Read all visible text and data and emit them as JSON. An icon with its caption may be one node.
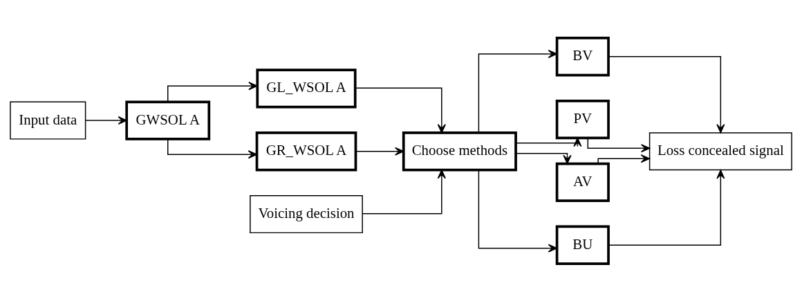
{
  "diagram": {
    "nodes": [
      {
        "text": [
          "Input data"
        ]
      },
      {
        "text": [
          "GWSOL A"
        ]
      },
      {
        "text": [
          "GL_WSOL A"
        ]
      },
      {
        "text": [
          "GR_WSOL A"
        ]
      },
      {
        "text": [
          "Voicing decision"
        ]
      },
      {
        "text": [
          "Choose methods"
        ]
      },
      {
        "text": [
          "BV"
        ]
      },
      {
        "text": [
          "PV"
        ]
      },
      {
        "text": [
          "AV"
        ]
      },
      {
        "text": [
          "BU"
        ]
      },
      {
        "text": [
          "Loss concealed signal"
        ]
      }
    ],
    "edges": [
      {
        "from": 0,
        "to": 1,
        "arrow": "to"
      },
      {
        "from": 1,
        "to": 2,
        "arrow": "to"
      },
      {
        "from": 1,
        "to": 3,
        "arrow": "to"
      },
      {
        "from": 2,
        "to": 5,
        "arrow": "to"
      },
      {
        "from": 3,
        "to": 5,
        "arrow": "to"
      },
      {
        "from": 4,
        "to": 5,
        "arrow": "to"
      },
      {
        "from": 5,
        "to": 6,
        "arrow": "to"
      },
      {
        "from": 5,
        "to": 7,
        "arrow": "to"
      },
      {
        "from": 5,
        "to": 8,
        "arrow": "to"
      },
      {
        "from": 5,
        "to": 9,
        "arrow": "to"
      },
      {
        "from": 6,
        "to": 10,
        "arrow": "to"
      },
      {
        "from": 7,
        "to": 10,
        "arrow": "to"
      },
      {
        "from": 8,
        "to": 10,
        "arrow": "to"
      },
      {
        "from": 9,
        "to": 10,
        "arrow": "to"
      }
    ]
  }
}
